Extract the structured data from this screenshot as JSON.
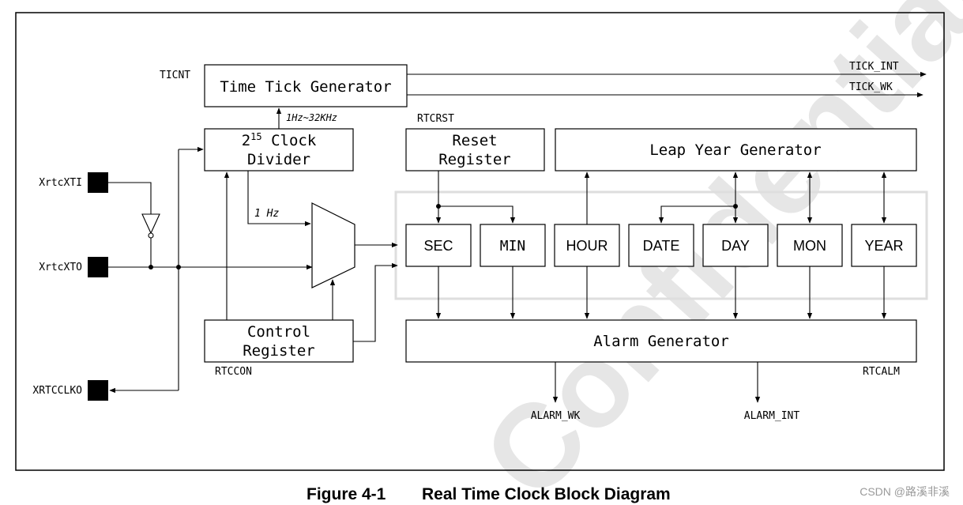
{
  "watermark": "Confidential",
  "blocks": {
    "time_tick_generator": "Time Tick Generator",
    "clock_divider_base": "2",
    "clock_divider_exp": "15",
    "clock_divider_line1_rest": " Clock",
    "clock_divider_line2": "Divider",
    "control_register_line1": "Control",
    "control_register_line2": "Register",
    "reset_register_line1": "Reset",
    "reset_register_line2": "Register",
    "leap_year_generator": "Leap Year Generator",
    "alarm_generator": "Alarm Generator",
    "counters": [
      "SEC",
      "MIN",
      "HOUR",
      "DATE",
      "DAY",
      "MON",
      "YEAR"
    ]
  },
  "pins": {
    "xtal_in": "XrtcXTI",
    "xtal_out": "XrtcXTO",
    "clk_out": "XRTCCLKO"
  },
  "labels": {
    "ticnt": "TICNT",
    "rtccon": "RTCCON",
    "rtcrst": "RTCRST",
    "rtcalm": "RTCALM",
    "tick_freq": "1Hz~32KHz",
    "one_hz": "1 Hz",
    "tick_int": "TICK_INT",
    "tick_wk": "TICK_WK",
    "alarm_wk": "ALARM_WK",
    "alarm_int": "ALARM_INT"
  },
  "caption": {
    "number": "Figure 4-1",
    "title": "Real Time Clock Block Diagram"
  },
  "credit": "CSDN @路溪非溪"
}
